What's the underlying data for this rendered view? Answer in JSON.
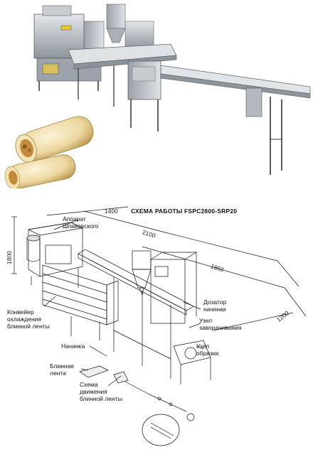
{
  "diagram": {
    "title": "СХЕМА  РАБОТЫ FSPC2800-SRP20",
    "labels": {
      "apparatus": "Аппарат\nШпаковского",
      "cooling_conveyor": "Конвейер\nохлаждения\nблинной ленты",
      "filling_doser": "Дозатор\nначинки",
      "rolling_unit": "Узел\nзаворачивания",
      "cutting_unit": "Узел\nобрезки",
      "filling": "Начинка",
      "pancake_tape": "Блинная\nлента",
      "movement_scheme": "Схема\nдвижения\nблинной ленты"
    },
    "dimensions": {
      "d1400": "1400",
      "d1800": "1800",
      "d2100": "2100",
      "d1850": "1850",
      "d1200": "1200"
    }
  },
  "colors": {
    "steel": "#b9bec4",
    "steel_dark": "#6f767e",
    "frame": "#4a4f55",
    "belt": "#d8dadc",
    "roll": "#e8d29a",
    "roll_shadow": "#b08a3e",
    "filling": "#c08a3a",
    "line": "#111111"
  }
}
